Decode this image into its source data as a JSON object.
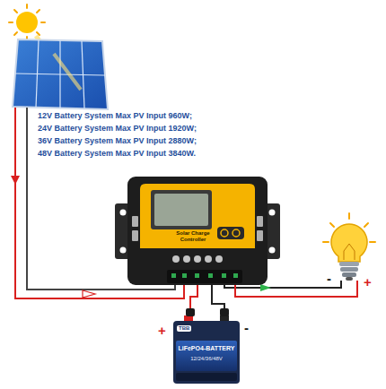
{
  "diagram": {
    "nodes": [
      {
        "text": [
          "Solar Charge Controller"
        ]
      },
      {
        "text": [
          "TBB",
          "LiFePO4-BATTERY",
          "12/24/36/48V"
        ]
      }
    ],
    "edges": [
      {
        "from": 0,
        "to": 1,
        "arrow": "none"
      },
      {
        "from": 0,
        "to": 1,
        "arrow": "none"
      }
    ],
    "labels": [
      "12V Battery System Max PV Input 960W;",
      "24V Battery System Max PV Input 1920W;",
      "36V Battery System Max PV Input 2880W;",
      "48V Battery System Max PV Input 3840W.",
      "+",
      "-",
      "-",
      "+"
    ]
  }
}
